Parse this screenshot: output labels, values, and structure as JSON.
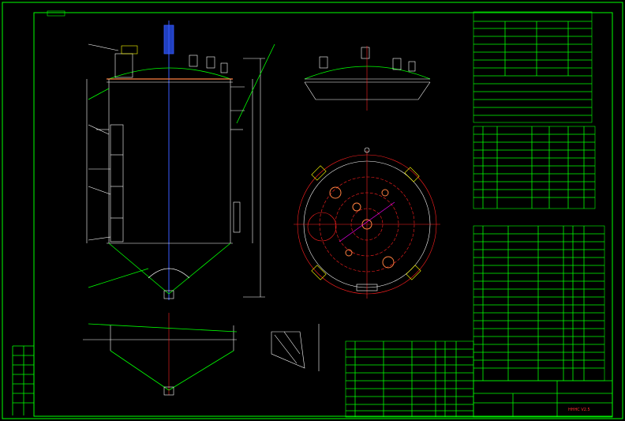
{
  "drawing": {
    "title_block_label": "HHHC V2.5",
    "colors": {
      "background": "#000000",
      "frame": "#00ff00",
      "outline": "#ffffff",
      "centerline": "#ff2020",
      "leader": "#ff00ff",
      "hatch": "#ffff00",
      "agitator_shaft": "#3a5bff"
    },
    "views": [
      "front-elevation",
      "top-head-section",
      "plan-view",
      "cone-bottom-section",
      "support-detail"
    ]
  }
}
